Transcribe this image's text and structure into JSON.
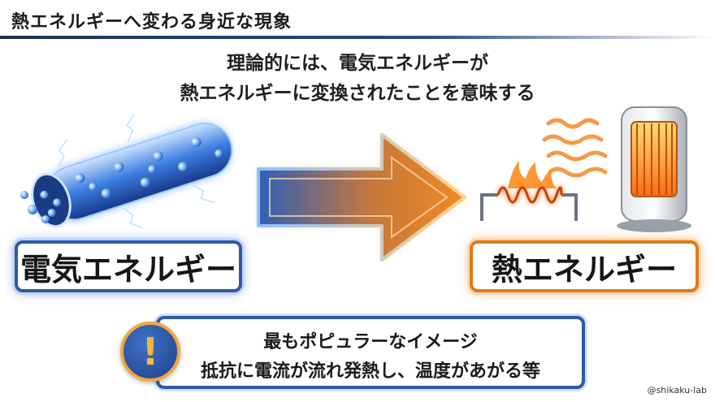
{
  "header": {
    "title": "熱エネルギーへ変わる身近な現象"
  },
  "explanation": {
    "line1": "理論的には、電気エネルギーが",
    "line2": "熱エネルギーに変換されたことを意味する"
  },
  "left": {
    "label": "電気エネルギー",
    "illustration": "glowing-wire-electrons"
  },
  "center": {
    "illustration": "glowing-arrow-right"
  },
  "right": {
    "label": "熱エネルギー",
    "illustration": "heating-coil-and-heater"
  },
  "note": {
    "icon": "exclamation-icon",
    "title": "最もポピュラーなイメージ",
    "text": "抵抗に電流が流れ発熱し、温度があがる等"
  },
  "credit": "@shikaku-lab",
  "colors": {
    "blue": "#2c5aa8",
    "orange": "#e07a1a",
    "accent": "#f4b740"
  }
}
